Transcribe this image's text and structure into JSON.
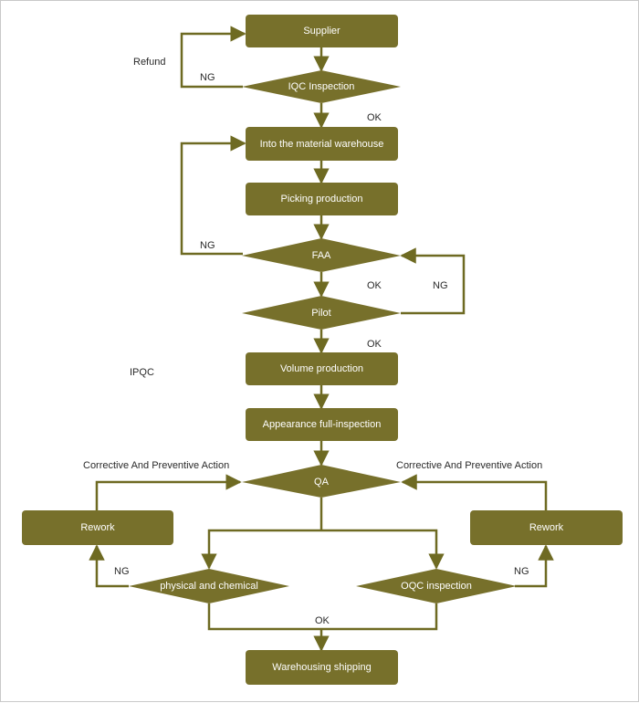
{
  "colors": {
    "fill": "#77702b",
    "line": "#6e6a22",
    "text_on_fill": "#ffffff",
    "label_text": "#2a2a2a"
  },
  "boxes": {
    "supplier": "Supplier",
    "warehouse": "Into the material warehouse",
    "picking": "Picking production",
    "volume": "Volume production",
    "appearance": "Appearance full-inspection",
    "rework_left": "Rework",
    "rework_right": "Rework",
    "shipping": "Warehousing shipping"
  },
  "decisions": {
    "iqc": "IQC Inspection",
    "faa": "FAA",
    "pilot": "Pilot",
    "qa": "QA",
    "physical": "physical and chemical",
    "oqc": "OQC inspection"
  },
  "labels": {
    "refund": "Refund",
    "ng_iqc": "NG",
    "ok_iqc": "OK",
    "ng_faa": "NG",
    "ok_faa": "OK",
    "ng_pilot": "NG",
    "ok_pilot": "OK",
    "ipqc": "IPQC",
    "capa_left": "Corrective And Preventive Action",
    "capa_right": "Corrective And Preventive Action",
    "ng_physical": "NG",
    "ng_oqc": "NG",
    "ok_final": "OK"
  }
}
